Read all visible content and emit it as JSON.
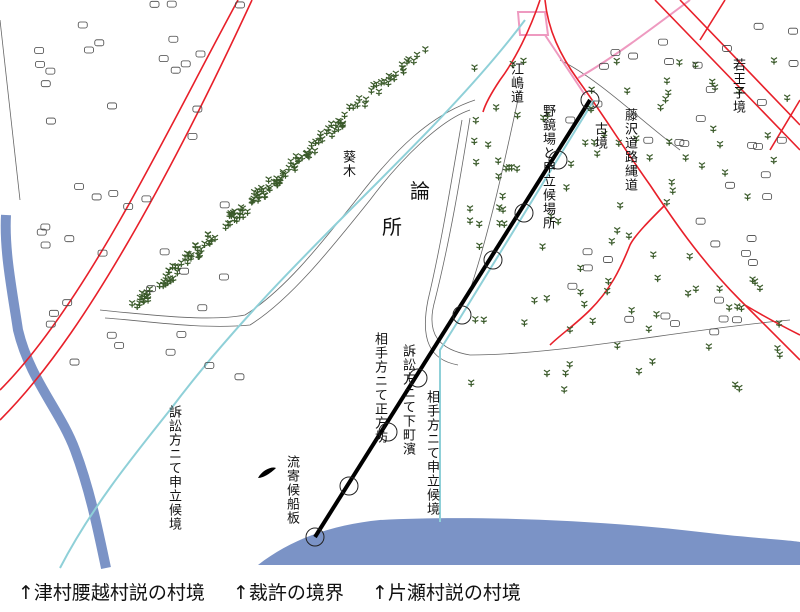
{
  "map": {
    "labels": {
      "ronsho_1": "論",
      "ronsho_2": "所",
      "enoshima_road": "江嶋道",
      "claimed_field": "野鏡場と申立候場所",
      "old_border": "古境",
      "fujisawa_road": "藤沢道路縄道",
      "upper_right_road": "若王子境",
      "aoki": "葵木",
      "plaintiff_shimomachi": "訴訟方ニて下町濱",
      "defendant_shohobo": "相手方ニて正方坊",
      "defendant_border": "相手方ニて申立候境",
      "driftwood": "流寄候船板",
      "plaintiff_border": "訴訟方ニて申立候境"
    },
    "colors": {
      "road": "#e8202a",
      "sea": "#7b93c6",
      "boundary_cyan": "#8fd0d8",
      "path_pink": "#ee9ac0",
      "tree": "#3a5a2a"
    }
  },
  "legend": {
    "items": [
      "↑津村腰越村説の村境",
      "↑裁許の境界",
      "↑片瀬村説の村境"
    ]
  }
}
